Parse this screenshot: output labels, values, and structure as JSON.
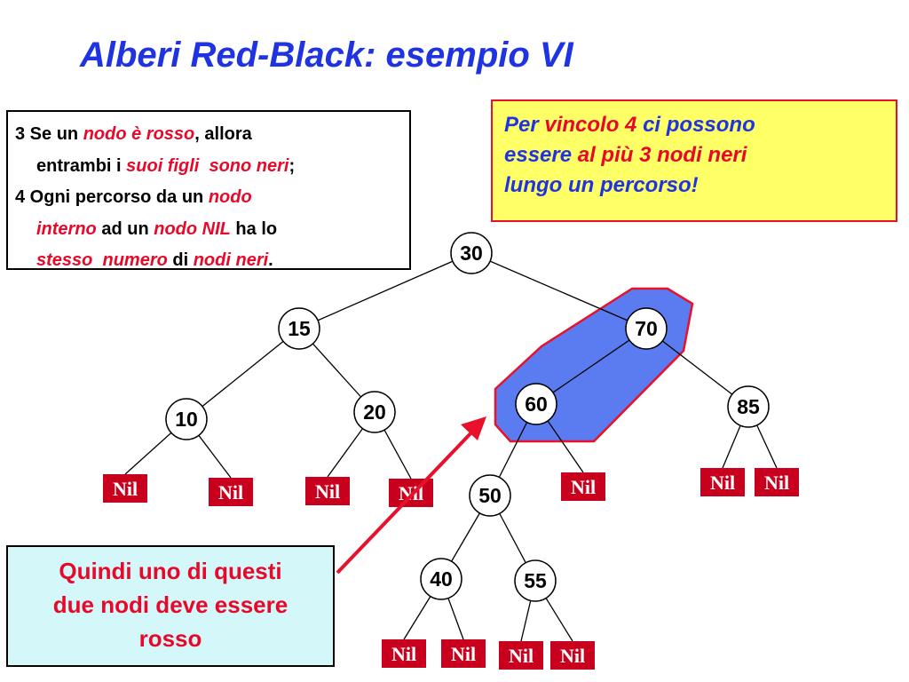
{
  "title": "Alberi Red-Black: esempio VI",
  "rules": {
    "rule3": {
      "line1": [
        {
          "text": "3 Se un ",
          "red": false
        },
        {
          "text": "nodo è rosso",
          "red": true
        },
        {
          "text": ", allora",
          "red": false
        }
      ],
      "line2": [
        {
          "text": "entrambi i ",
          "red": false
        },
        {
          "text": "suoi figli  sono neri",
          "red": true
        },
        {
          "text": ";",
          "red": false
        }
      ]
    },
    "rule4": {
      "line1": [
        {
          "text": "4 Ogni percorso da un ",
          "red": false
        },
        {
          "text": "nodo",
          "red": true
        }
      ],
      "line2": [
        {
          "text": "interno",
          "red": true
        },
        {
          "text": " ad un ",
          "red": false
        },
        {
          "text": "nodo NIL",
          "red": true
        },
        {
          "text": " ha lo",
          "red": false
        }
      ],
      "line3": [
        {
          "text": "stesso  numero",
          "red": true
        },
        {
          "text": " di ",
          "red": false
        },
        {
          "text": "nodi neri",
          "red": true
        },
        {
          "text": ".",
          "red": false
        }
      ]
    }
  },
  "note": {
    "line1": [
      {
        "text": "Per ",
        "red": false
      },
      {
        "text": "vincolo 4",
        "red": true
      },
      {
        "text": " ci possono",
        "red": false
      }
    ],
    "line2": [
      {
        "text": "essere ",
        "red": false
      },
      {
        "text": "al più 3 nodi neri",
        "red": true
      }
    ],
    "line3": [
      {
        "text": "lungo un percorso!",
        "red": false
      }
    ]
  },
  "callout": {
    "line1": "Quindi uno di questi",
    "line2": "due nodi deve essere",
    "line3": "rosso"
  },
  "tree": {
    "nodes": [
      {
        "id": "n30",
        "label": "30"
      },
      {
        "id": "n15",
        "label": "15"
      },
      {
        "id": "n70",
        "label": "70"
      },
      {
        "id": "n10",
        "label": "10"
      },
      {
        "id": "n20",
        "label": "20"
      },
      {
        "id": "n60",
        "label": "60"
      },
      {
        "id": "n85",
        "label": "85"
      },
      {
        "id": "n50",
        "label": "50"
      },
      {
        "id": "n40",
        "label": "40"
      },
      {
        "id": "n55",
        "label": "55"
      }
    ],
    "nil_label": "Nil",
    "nil_leaves": [
      {
        "id": "nil-10-left"
      },
      {
        "id": "nil-10-right"
      },
      {
        "id": "nil-20-left"
      },
      {
        "id": "nil-20-right"
      },
      {
        "id": "nil-60-right"
      },
      {
        "id": "nil-85-left"
      },
      {
        "id": "nil-85-right"
      },
      {
        "id": "nil-40-left"
      },
      {
        "id": "nil-40-right"
      },
      {
        "id": "nil-55-left"
      },
      {
        "id": "nil-55-right"
      }
    ],
    "edges": [
      [
        "n30",
        "n15"
      ],
      [
        "n30",
        "n70"
      ],
      [
        "n15",
        "n10"
      ],
      [
        "n15",
        "n20"
      ],
      [
        "n70",
        "n60"
      ],
      [
        "n70",
        "n85"
      ],
      [
        "n60",
        "n50"
      ],
      [
        "n50",
        "n40"
      ],
      [
        "n50",
        "n55"
      ],
      [
        "n10",
        "nil-10-left"
      ],
      [
        "n10",
        "nil-10-right"
      ],
      [
        "n20",
        "nil-20-left"
      ],
      [
        "n20",
        "nil-20-right"
      ],
      [
        "n60",
        "nil-60-right"
      ],
      [
        "n85",
        "nil-85-left"
      ],
      [
        "n85",
        "nil-85-right"
      ],
      [
        "n40",
        "nil-40-left"
      ],
      [
        "n40",
        "nil-40-right"
      ],
      [
        "n55",
        "nil-55-left"
      ],
      [
        "n55",
        "nil-55-right"
      ]
    ]
  },
  "colors": {
    "title": "#1f33e0",
    "emphasis_red": "#e8082a",
    "note_background": "#ffff66",
    "callout_background": "#d4f8fa",
    "highlight_fill": "#5a7cf0",
    "highlight_border": "#e8102a",
    "nil_background": "#c8001e",
    "arrow": "#e8102a"
  }
}
